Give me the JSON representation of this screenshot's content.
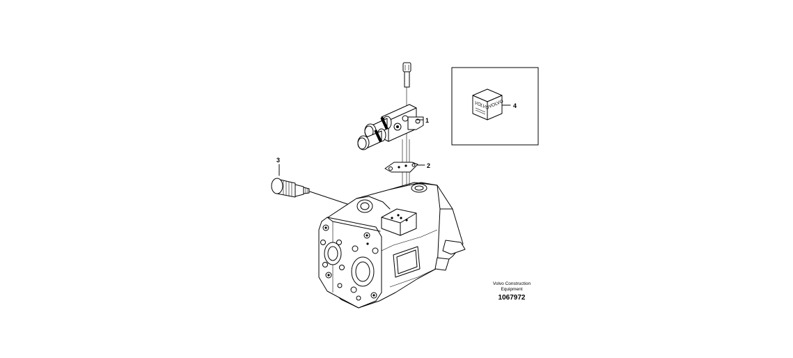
{
  "callouts": {
    "item_1": "1",
    "item_2": "2",
    "item_3": "3",
    "item_4": "4"
  },
  "credit": {
    "line1": "Volvo Construction",
    "line2": "Equipment",
    "drawing_number": "1067972"
  },
  "kit_box": {
    "label_text": "VOLVO"
  }
}
